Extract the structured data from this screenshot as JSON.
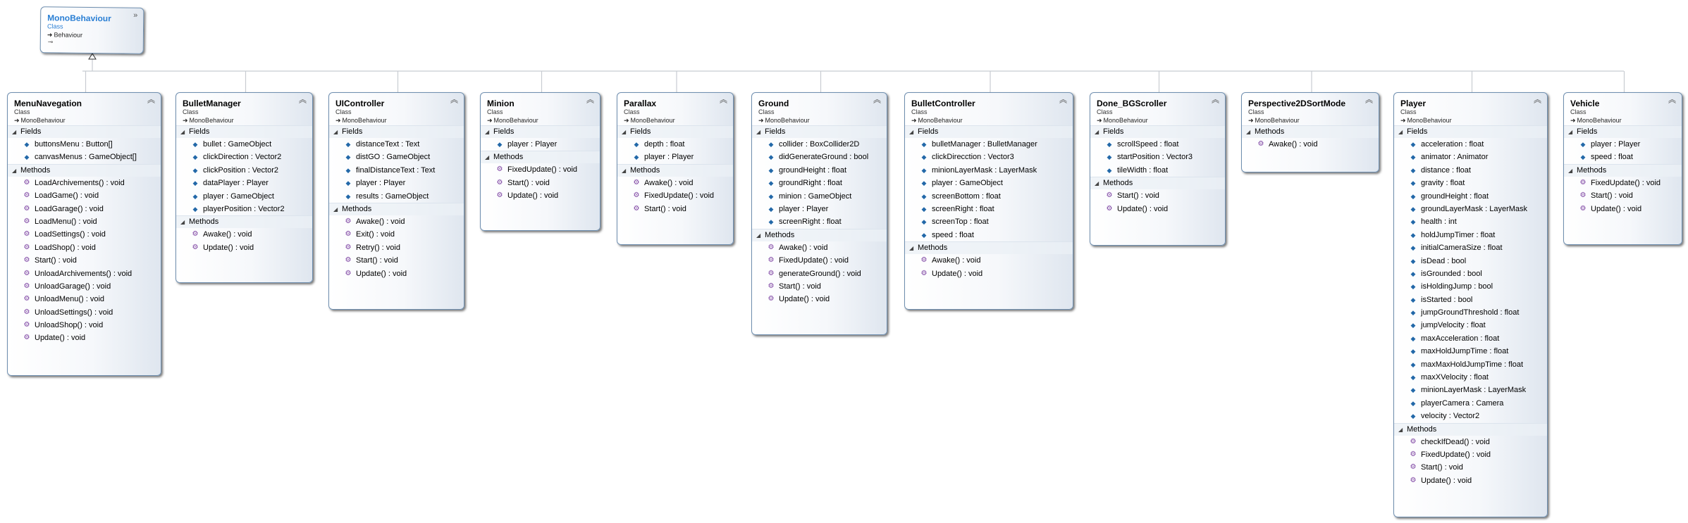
{
  "base_class": {
    "name": "MonoBehaviour",
    "kind": "Class",
    "base": "Behaviour",
    "collapse_icon": "double-chevron-down-icon"
  },
  "classes": [
    {
      "name": "MenuNavegation",
      "kind": "Class",
      "base": "MonoBehaviour",
      "sections": [
        {
          "label": "Fields",
          "members": [
            "buttonsMenu : Button[]",
            "canvasMenus : GameObject[]"
          ]
        },
        {
          "label": "Methods",
          "members": [
            "LoadArchivements() : void",
            "LoadGame() : void",
            "LoadGarage() : void",
            "LoadMenu() : void",
            "LoadSettings() : void",
            "LoadShop() : void",
            "Start() : void",
            "UnloadArchivements() : void",
            "UnloadGarage() : void",
            "UnloadMenu() : void",
            "UnloadSettings() : void",
            "UnloadShop() : void",
            "Update() : void"
          ]
        }
      ]
    },
    {
      "name": "BulletManager",
      "kind": "Class",
      "base": "MonoBehaviour",
      "sections": [
        {
          "label": "Fields",
          "members": [
            "bullet : GameObject",
            "clickDirection : Vector2",
            "clickPosition : Vector2",
            "dataPlayer : Player",
            "player : GameObject",
            "playerPosition : Vector2"
          ]
        },
        {
          "label": "Methods",
          "members": [
            "Awake() : void",
            "Update() : void"
          ]
        }
      ]
    },
    {
      "name": "UIController",
      "kind": "Class",
      "base": "MonoBehaviour",
      "sections": [
        {
          "label": "Fields",
          "members": [
            "distanceText : Text",
            "distGO : GameObject",
            "finalDistanceText : Text",
            "player : Player",
            "results : GameObject"
          ]
        },
        {
          "label": "Methods",
          "members": [
            "Awake() : void",
            "Exit() : void",
            "Retry() : void",
            "Start() : void",
            "Update() : void"
          ]
        }
      ]
    },
    {
      "name": "Minion",
      "kind": "Class",
      "base": "MonoBehaviour",
      "sections": [
        {
          "label": "Fields",
          "members": [
            "player : Player"
          ]
        },
        {
          "label": "Methods",
          "members": [
            "FixedUpdate() : void",
            "Start() : void",
            "Update() : void"
          ]
        }
      ]
    },
    {
      "name": "Parallax",
      "kind": "Class",
      "base": "MonoBehaviour",
      "sections": [
        {
          "label": "Fields",
          "members": [
            "depth : float",
            "player : Player"
          ]
        },
        {
          "label": "Methods",
          "members": [
            "Awake() : void",
            "FixedUpdate() : void",
            "Start() : void"
          ]
        }
      ]
    },
    {
      "name": "Ground",
      "kind": "Class",
      "base": "MonoBehaviour",
      "sections": [
        {
          "label": "Fields",
          "members": [
            "collider : BoxCollider2D",
            "didGenerateGround : bool",
            "groundHeight : float",
            "groundRight : float",
            "minion : GameObject",
            "player : Player",
            "screenRight : float"
          ]
        },
        {
          "label": "Methods",
          "members": [
            "Awake() : void",
            "FixedUpdate() : void",
            "generateGround() : void",
            "Start() : void",
            "Update() : void"
          ]
        }
      ]
    },
    {
      "name": "BulletController",
      "kind": "Class",
      "base": "MonoBehaviour",
      "sections": [
        {
          "label": "Fields",
          "members": [
            "bulletManager : BulletManager",
            "clickDirecction : Vector3",
            "minionLayerMask : LayerMask",
            "player : GameObject",
            "screenBottom : float",
            "screenRight : float",
            "screenTop : float",
            "speed : float"
          ]
        },
        {
          "label": "Methods",
          "members": [
            "Awake() : void",
            "Update() : void"
          ]
        }
      ]
    },
    {
      "name": "Done_BGScroller",
      "kind": "Class",
      "base": "MonoBehaviour",
      "sections": [
        {
          "label": "Fields",
          "members": [
            "scrollSpeed : float",
            "startPosition : Vector3",
            "tileWidth : float"
          ]
        },
        {
          "label": "Methods",
          "members": [
            "Start() : void",
            "Update() : void"
          ]
        }
      ]
    },
    {
      "name": "Perspective2DSortMode",
      "kind": "Class",
      "base": "MonoBehaviour",
      "sections": [
        {
          "label": "Methods",
          "members": [
            "Awake() : void"
          ]
        }
      ]
    },
    {
      "name": "Player",
      "kind": "Class",
      "base": "MonoBehaviour",
      "sections": [
        {
          "label": "Fields",
          "members": [
            "acceleration : float",
            "animator : Animator",
            "distance : float",
            "gravity : float",
            "groundHeight : float",
            "groundLayerMask : LayerMask",
            "health : int",
            "holdJumpTimer : float",
            "initialCameraSize : float",
            "isDead : bool",
            "isGrounded : bool",
            "isHoldingJump : bool",
            "isStarted : bool",
            "jumpGroundThreshold : float",
            "jumpVelocity : float",
            "maxAcceleration : float",
            "maxHoldJumpTime : float",
            "maxMaxHoldJumpTime : float",
            "maxXVelocity : float",
            "minionLayerMask : LayerMask",
            "playerCamera : Camera",
            "velocity : Vector2"
          ]
        },
        {
          "label": "Methods",
          "members": [
            "checkIfDead() : void",
            "FixedUpdate() : void",
            "Start() : void",
            "Update() : void"
          ]
        }
      ]
    },
    {
      "name": "Vehicle",
      "kind": "Class",
      "base": "MonoBehaviour",
      "sections": [
        {
          "label": "Fields",
          "members": [
            "player : Player",
            "speed : float"
          ]
        },
        {
          "label": "Methods",
          "members": [
            "FixedUpdate() : void",
            "Start() : void",
            "Update() : void"
          ]
        }
      ]
    }
  ],
  "colors": {
    "title_accent": "#2a7fd4",
    "border": "#6f8fb0",
    "connector": "#c8ccd2",
    "field_icon": "#2268a8",
    "method_icon": "#7a3fa0"
  }
}
